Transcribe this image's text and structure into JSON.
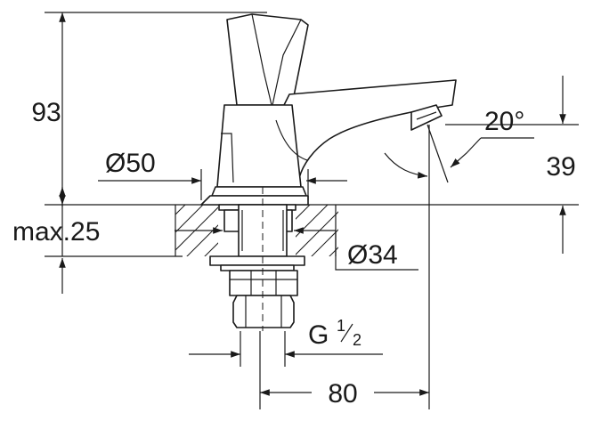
{
  "dimensions": {
    "height_total": "93",
    "diameter_base": "Ø50",
    "max_thickness": "max.25",
    "diameter_shank": "Ø34",
    "thread": "G",
    "thread_num": "1",
    "thread_den": "2",
    "angle": "20°",
    "spout_height": "39",
    "reach": "80"
  },
  "colors": {
    "line": "#1a1a1a",
    "background": "#ffffff"
  }
}
